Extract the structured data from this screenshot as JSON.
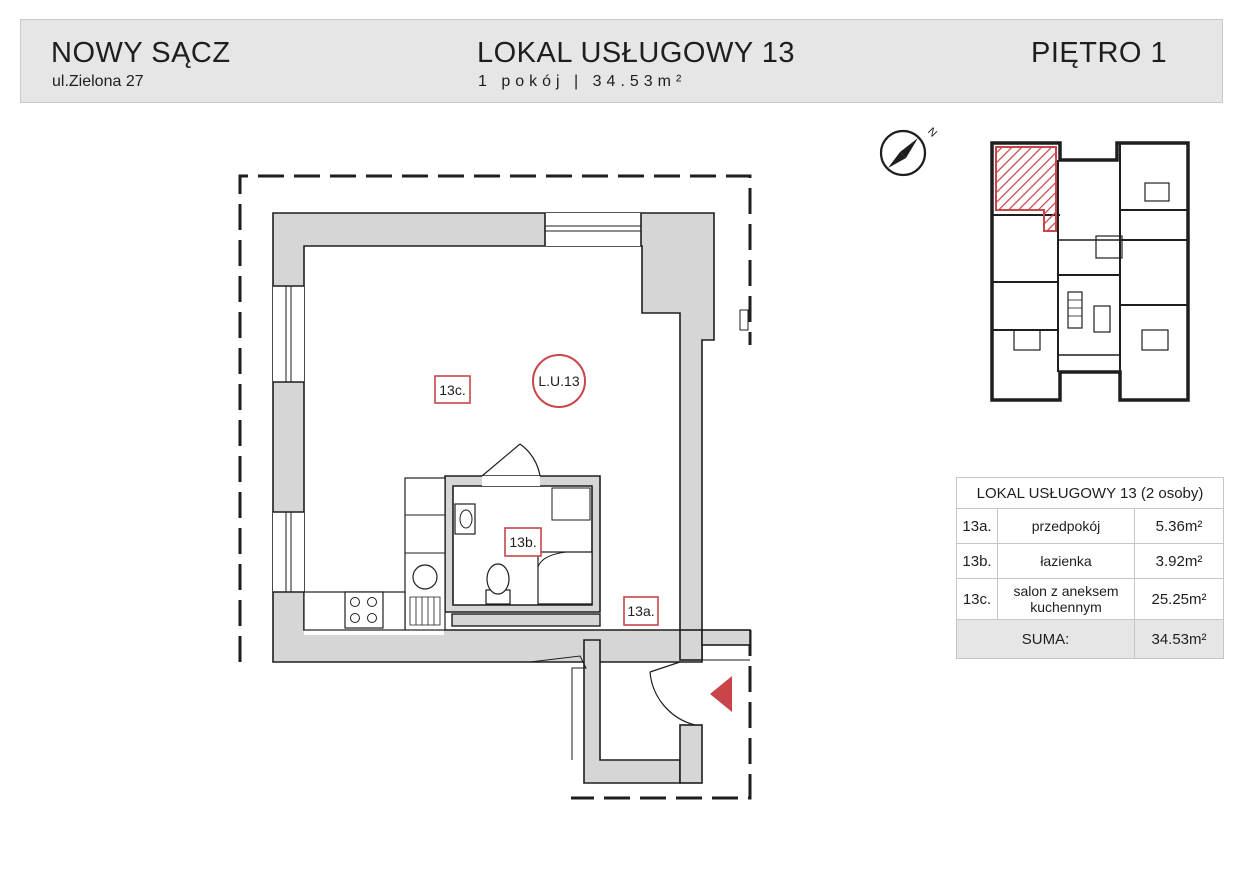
{
  "header": {
    "city": "NOWY SĄCZ",
    "street": "ul.Zielona 27",
    "unit_title": "LOKAL USŁUGOWY 13",
    "unit_subtitle": "1 pokój | 34.53m²",
    "floor": "PIĘTRO 1"
  },
  "plan": {
    "unit_tag": "L.U.13",
    "rooms": [
      "13a.",
      "13b.",
      "13c."
    ],
    "north_label": "N"
  },
  "table": {
    "title": "LOKAL USŁUGOWY 13 (2 osoby)",
    "rows": [
      {
        "id": "13a.",
        "name": "przedpokój",
        "area": "5.36m²"
      },
      {
        "id": "13b.",
        "name": "łazienka",
        "area": "3.92m²"
      },
      {
        "id": "13c.",
        "name": "salon z aneksem kuchennym",
        "area": "25.25m²"
      }
    ],
    "sum_label": "SUMA:",
    "sum_value": "34.53m²"
  },
  "colors": {
    "accent": "#c8464a",
    "wall": "#d6d6d6",
    "line": "#1e1e1e",
    "header_bg": "#e6e6e6"
  }
}
